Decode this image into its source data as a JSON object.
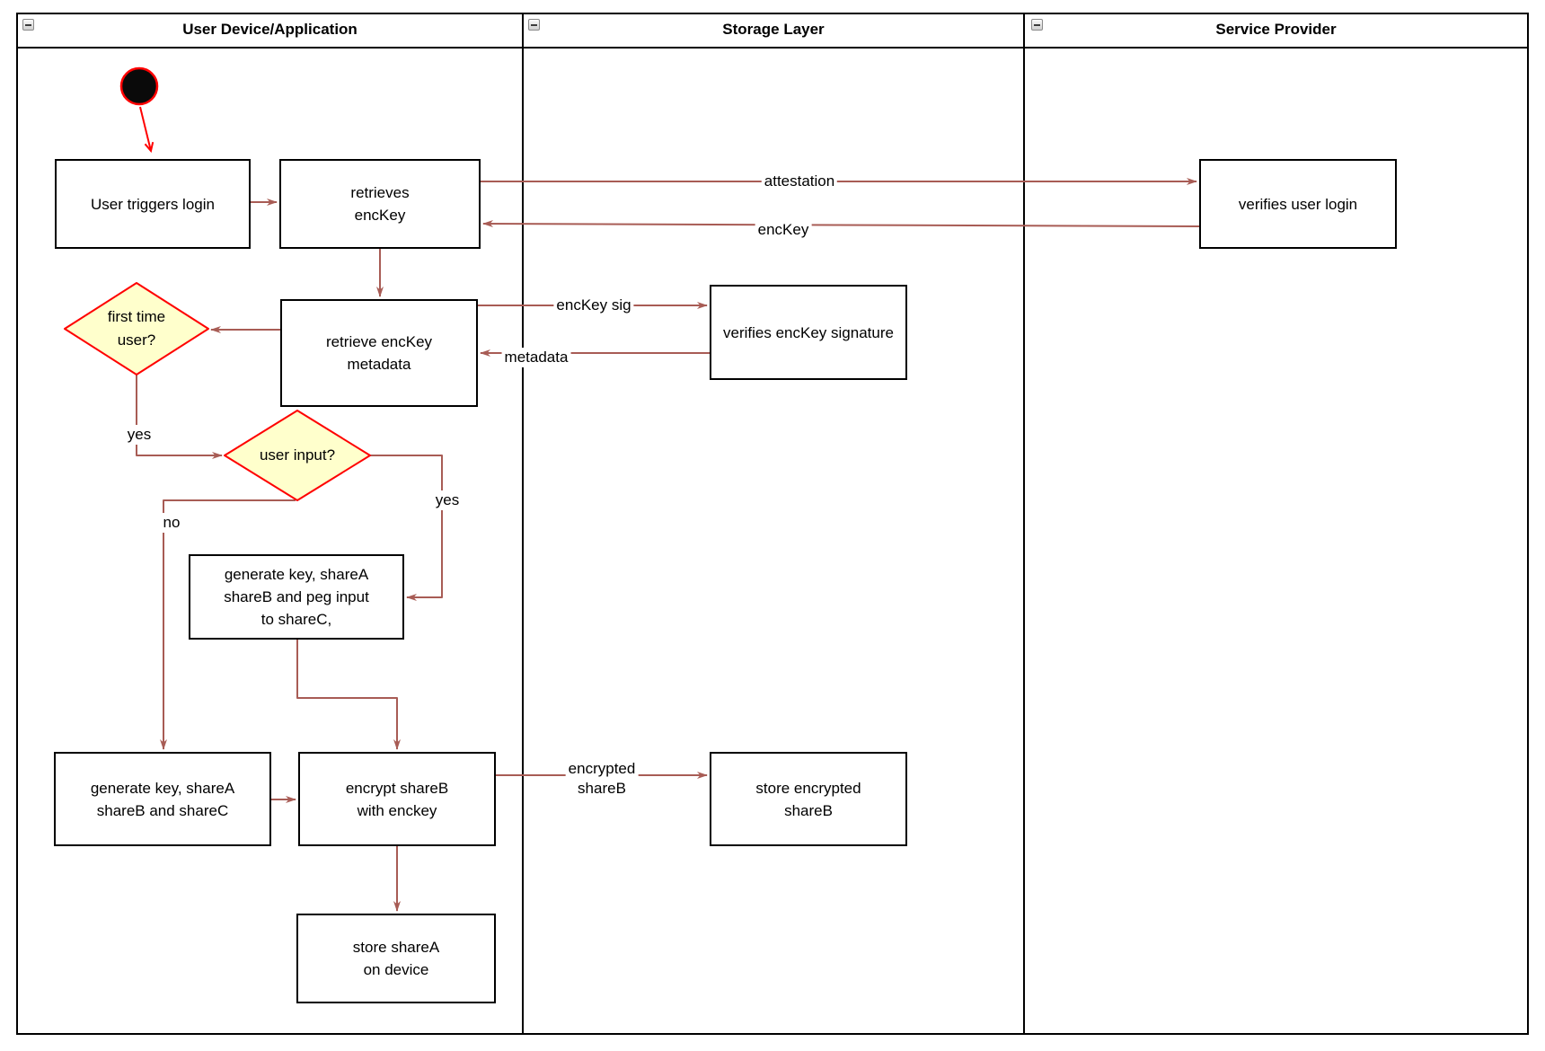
{
  "lanes": [
    {
      "title": "User Device/Application"
    },
    {
      "title": "Storage Layer"
    },
    {
      "title": "Service Provider"
    }
  ],
  "nodes": {
    "user_triggers_login": "User triggers login",
    "retrieves_enckey": "retrieves\nencKey",
    "retrieve_enckey_metadata": "retrieve encKey\nmetadata",
    "verifies_user_login": "verifies user login",
    "verifies_enckey_signature": "verifies encKey signature",
    "generate_key_peg": "generate key, shareA\nshareB and peg input\nto shareC,",
    "generate_key_abc": "generate key, shareA\nshareB and shareC",
    "encrypt_shareb": "encrypt shareB\nwith enckey",
    "store_encrypted_shareb": "store encrypted\nshareB",
    "store_sharea": "store shareA\non device"
  },
  "decisions": {
    "first_time_user": "first time\nuser?",
    "user_input": "user input?"
  },
  "edge_labels": {
    "attestation": "attestation",
    "enckey": "encKey",
    "enckey_sig": "encKey sig",
    "metadata": "metadata",
    "yes_first_time": "yes",
    "yes_user_input": "yes",
    "no_user_input": "no",
    "encrypted_shareb": "encrypted\nshareB"
  },
  "colors": {
    "arrow": "#a85c55",
    "start_arrow": "#ff0000",
    "diamond_fill": "#ffffcc",
    "diamond_border": "#ff0000",
    "start_fill": "#0a0a0a",
    "start_border": "#ff0000",
    "node_border": "#000000"
  }
}
